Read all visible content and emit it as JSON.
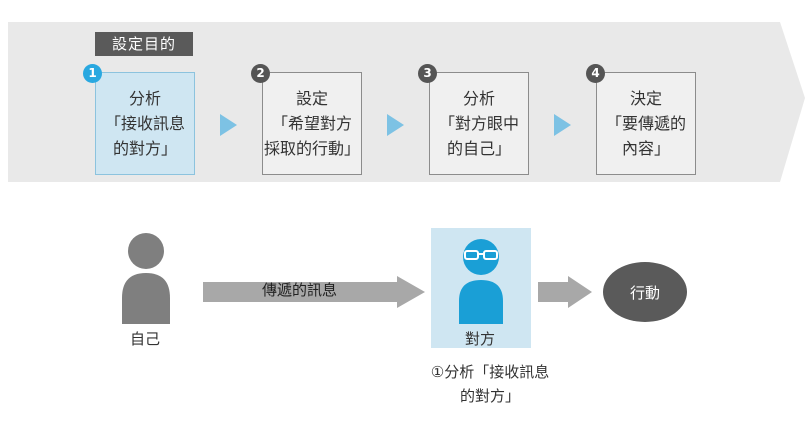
{
  "colors": {
    "banner": "#e9e9e9",
    "tag": "#5a5a5a",
    "step_border": "#8c8c8c",
    "active_fill": "#cfe6f2",
    "active_number": "#29a8e0",
    "step_arrow": "#7dc2e4",
    "person_gray": "#7f7f7f",
    "person_blue": "#1a9fd6",
    "flow_arrow": "#a8a8a8",
    "action_circle": "#5a5a5a"
  },
  "header": {
    "tag_label": "設定目的"
  },
  "steps": [
    {
      "number": "1",
      "label": "分析\n「接收訊息\n的對方」",
      "active": true
    },
    {
      "number": "2",
      "label": "設定\n「希望對方\n採取的行動」",
      "active": false
    },
    {
      "number": "3",
      "label": "分析\n「對方眼中\n的自己」",
      "active": false
    },
    {
      "number": "4",
      "label": "決定\n「要傳遞的\n內容」",
      "active": false
    }
  ],
  "flow": {
    "sender_label": "自己",
    "message_label": "傳遞的訊息",
    "receiver_label": "對方",
    "action_label": "行動",
    "note": "①分析「接收訊息\n的對方」"
  }
}
